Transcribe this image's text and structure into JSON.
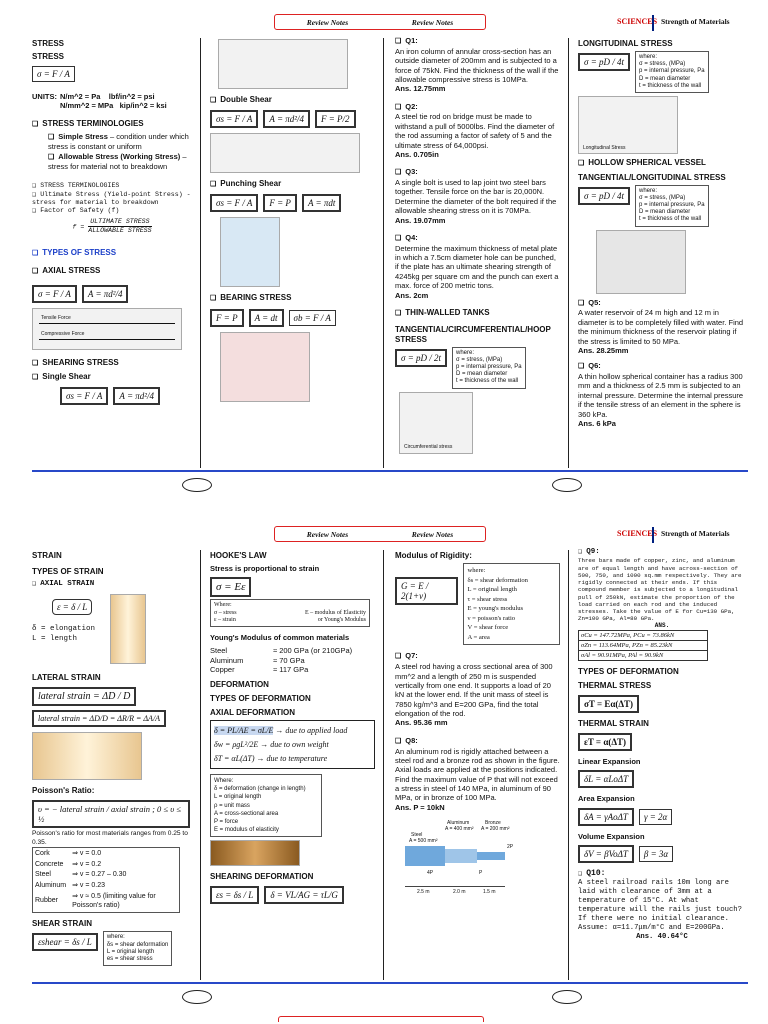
{
  "header": {
    "left": "Review Notes",
    "right": "Review Notes",
    "brand": "SCIENCES",
    "subject": "Strength of Materials"
  },
  "p1": {
    "stress": "STRESS",
    "stress2": "STRESS",
    "units_label": "UNITS:",
    "units_1": "N/m^2 = Pa",
    "units_2": "lbf/in^2 = psi",
    "units_3": "N/mm^2 = MPa",
    "units_4": "kip/in^2 = ksi",
    "terms_title": "STRESS TERMINOLOGIES",
    "simple_label": "Simple Stress",
    "simple_text": " – condition under which stress is constant or uniform",
    "allow_label": "Allowable Stress (Working Stress)",
    "allow_text": " – stress for material not to breakdown",
    "mono_title": "STRESS TERMINOLOGIES",
    "mono_ult": "Ultimate Stress (Yield-point Stress) - stress for material to breakdown",
    "mono_fs": "Factor of Safety (f)",
    "fs_num": "ULTIMATE STRESS",
    "fs_den": "ALLOWABLE STRESS",
    "types": "TYPES OF STRESS",
    "axial": "AXIAL STRESS",
    "tensile": "Tensile Force",
    "compressive": "Compressive Force",
    "shearing": "SHEARING STRESS",
    "single_shear": "Single Shear",
    "double_shear": "Double Shear",
    "punching_shear": "Punching Shear",
    "bearing": "BEARING STRESS",
    "q1_label": "Q1:",
    "q1": "An iron column of annular cross-section has an outside diameter of 200mm and is subjected to a force of 75kN. Find the thickness of the wall if the allowable compressive stress is 10MPa.",
    "q1_ans": "Ans. 12.75mm",
    "q2_label": "Q2:",
    "q2": "A steel tie rod on bridge must be made to withstand a pull of 5000lbs. Find the diameter of the rod assuming a factor of safety of 5 and the ultimate stress of 64,000psi.",
    "q2_ans": "Ans. 0.705in",
    "q3_label": "Q3:",
    "q3": "A single bolt is used to lap joint two steel bars together. Tensile force on the bar is 20,000N. Determine the diameter of the bolt required if the allowable shearing stress on it is 70MPa.",
    "q3_ans": "Ans. 19.07mm",
    "q4_label": "Q4:",
    "q4": "Determine the maximum thickness of metal plate in which a 7.5cm diameter hole can be punched, if the plate has an ultimate shearing strength of 4245kg per square cm and the punch can exert a max. force of 200 metric tons.",
    "q4_ans": "Ans. 2cm",
    "thin": "THIN-WALLED TANKS",
    "hoop": "TANGENTIAL/CIRCUMFERENTIAL/HOOP STRESS",
    "w_where": "where:",
    "w_sigma": "σ = stress, (MPa)",
    "w_p": "p = internal pressure, Pa",
    "w_d": "D = mean diameter",
    "w_t": "t = thickness of the wall",
    "circ": "Circumferential stress",
    "longitudinal": "LONGITUDINAL STRESS",
    "long_cap": "Longitudinal Stress",
    "hollow": "HOLLOW SPHERICAL VESSEL",
    "tang_long": "TANGENTIAL/LONGITUDINAL STRESS",
    "q5_label": "Q5:",
    "q5": "A water reservoir of 24 m high and 12 m in diameter is to be completely filled with water. Find the minimum thickness of the reservoir plating if the stress is limited to 50 MPa.",
    "q5_ans": "Ans. 28.25mm",
    "q6_label": "Q6:",
    "q6": "A thin hollow spherical container has a radius 300 mm and a thickness of 2.5 mm is subjected to an internal pressure. Determine the internal pressure if the tensile stress of an element in the sphere is 360 kPa.",
    "q6_ans": "Ans. 6 kPa"
  },
  "p2": {
    "strain": "STRAIN",
    "types_strain": "TYPES OF STRAIN",
    "axial_strain": "AXIAL STRAIN",
    "delta_def": "δ = elongation",
    "l_def": "L = length",
    "lateral": "LATERAL STRAIN",
    "poisson": "Poisson's Ratio:",
    "poisson_range": "Poisson's ratio for most materials ranges from 0.25 to 0.35.",
    "mats": [
      [
        "Cork",
        "⇒ v = 0.0"
      ],
      [
        "Concrete",
        "⇒ v = 0.2"
      ],
      [
        "Steel",
        "⇒ v = 0.27 – 0.30"
      ],
      [
        "Aluminum",
        "⇒ v = 0.23"
      ],
      [
        "Rubber",
        "⇒ v ≈ 0.5 (limiting value for Poisson's ratio)"
      ]
    ],
    "shear_strain": "SHEAR STRAIN",
    "ss_where": "where:",
    "ss_1": "δs = shear deformation",
    "ss_2": "L = original length",
    "ss_3": "es = shear stress",
    "hooke": "HOOKE'S LAW",
    "hooke_sub": "Stress is proportional to strain",
    "hk_where": "Where:",
    "hk_1": "σ – stress",
    "hk_2": "E – modulus of Elasticity",
    "hk_3": "ε – strain",
    "hk_4": "or Young's Modulus",
    "young": "Young's Modulus of common materials",
    "steel": "Steel",
    "steel_v": "≈ 200 GPa (or 210GPa)",
    "alum": "Aluminum",
    "alum_v": "≈ 70 GPa",
    "copper": "Copper",
    "copper_v": "≈ 117 GPa",
    "deformation": "DEFORMATION",
    "types_def": "TYPES OF DEFORMATION",
    "axial_def": "AXIAL DEFORMATION",
    "ad_1": "→ due to applied load",
    "ad_2": "→ due to own weight",
    "ad_3": "→ due to temperature",
    "ad_where": "Where:",
    "ad_w1": "δ = deformation (change in length)",
    "ad_w2": "L = original length",
    "ad_w3": "ρ = unit mass",
    "ad_w4": "A = cross-sectional area",
    "ad_w5": "P = force",
    "ad_w6": "E = modulus of elasticity",
    "shearing_def": "SHEARING DEFORMATION",
    "rigidity": "Modulus of Rigidity:",
    "mr_where": "where:",
    "mr_1": "δs = shear deformation",
    "mr_2": "L = original length",
    "mr_3": "τ = shear stress",
    "mr_4": "E = young's modulus",
    "mr_5": "ν = poisson's ratio",
    "mr_6": "V = shear force",
    "mr_7": "A = area",
    "q7_label": "Q7:",
    "q7": "A steel rod having a cross sectional area of 300 mm^2 and a length of 250 m is suspended vertically from one end. It supports a load of 20 kN at the lower end. If the unit mass of steel is 7850 kg/m^3 and E=200 GPa, find the total elongation of the rod.",
    "q7_ans": "Ans. 95.36 mm",
    "q8_label": "Q8:",
    "q8": "An aluminum rod is rigidly attached between a steel rod and a bronze rod as shown in the figure. Axial loads are applied at the positions indicated. Find the maximum value of P that will not exceed a stress in steel of 140 MPa, in aluminum of 90 MPa, or in bronze of 100 MPa.",
    "q8_ans": "Ans. P = 10kN",
    "fig_al": "Aluminum",
    "fig_al_a": "A = 400 mm²",
    "fig_br": "Bronze",
    "fig_br_a": "A = 200 mm²",
    "fig_st": "Steel",
    "fig_st_a": "A = 500 mm²",
    "fig_4p": "4P",
    "fig_p": "P",
    "fig_2p": "2P",
    "fig_d1": "2.5 m",
    "fig_d2": "2.0 m",
    "fig_d3": "1.5 m",
    "q9_label": "Q9:",
    "q9": "Three bars made of copper, zinc, and aluminum are of equal length and have across-section of 500, 750, and 1000 sq.mm respectively. They are rigidly connected at their ends. If this compound member is subjected to a longitudinal pull of 250kN, estimate the proportion of the load carried on each rod and the induced stresses. Take the value of E for Cu=130 GPa, Zn=100 GPa, Al=80 GPa.",
    "q9_ans": "ANS.",
    "q9_r1": "σCu = 147.72MPa, PCu = 73.86kN",
    "q9_r2": "σZn = 113.64MPa, PZn = 85.23kN",
    "q9_r3": "σAl = 90.91MPa, PAl = 90.9kN",
    "types_def2": "TYPES OF DEFORMATION",
    "thermal_stress": "THERMAL STRESS",
    "ts_eq": "σT = Eα(ΔT)",
    "thermal_strain": "THERMAL STRAIN",
    "tst_eq": "εT = α(ΔT)",
    "linear": "Linear Expansion",
    "lin_eq": "δL = αLoΔT",
    "area": "Area Expansion",
    "area_eq": "δA = γAoΔT",
    "area_eq2": "γ = 2α",
    "volume": "Volume Expansion",
    "vol_eq": "δV = βVoΔT",
    "vol_eq2": "β = 3α",
    "q10_label": "Q10:",
    "q10": "A steel railroad rails 10m long are laid with clearance of 3mm at a temperature of 15°C. At what temperature will the rails just touch? If there were no initial clearance. Assume: α=11.7μm/m°C and E=200GPa.",
    "q10_ans": "Ans. 40.64°C"
  }
}
